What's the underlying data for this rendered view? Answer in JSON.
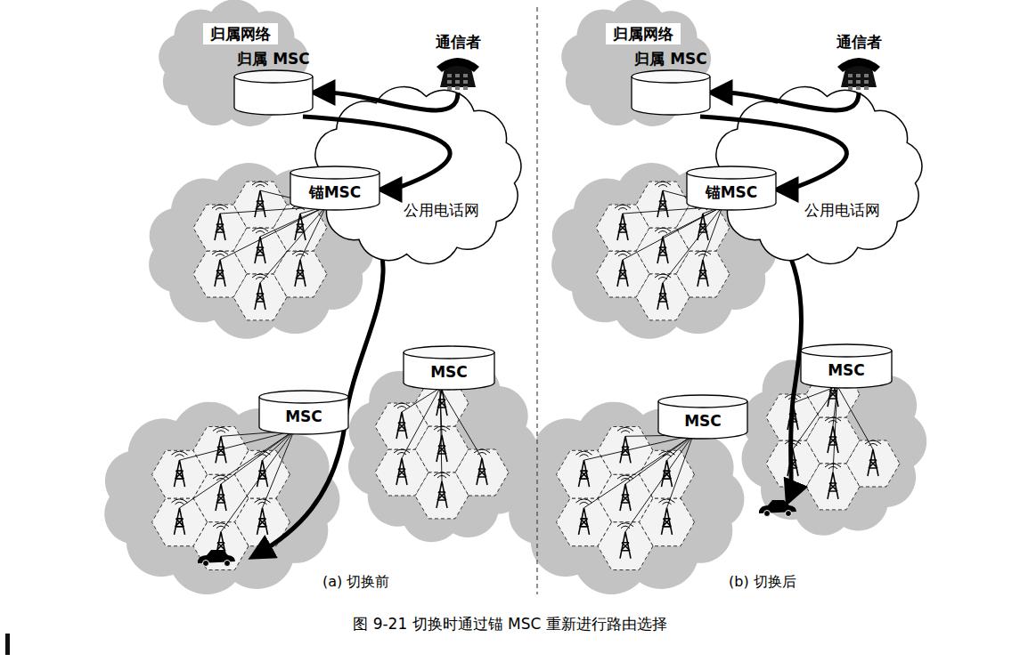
{
  "diagram": {
    "caption": "图 9-21 切换时通过锚 MSC 重新进行路由选择",
    "nodes": [
      {
        "text": [
          "归属网络"
        ]
      },
      {
        "text": [
          "归属 MSC"
        ]
      },
      {
        "text": [
          "通信者"
        ]
      },
      {
        "text": [
          "公用电话网"
        ]
      },
      {
        "text": [
          "锚MSC"
        ]
      },
      {
        "text": [
          "MSC"
        ]
      },
      {
        "text": [
          "MSC"
        ]
      },
      {
        "text": [
          "归属网络"
        ]
      },
      {
        "text": [
          "归属 MSC"
        ]
      },
      {
        "text": [
          "通信者"
        ]
      },
      {
        "text": [
          "公用电话网"
        ]
      },
      {
        "text": [
          "锚MSC"
        ]
      },
      {
        "text": [
          "MSC"
        ]
      },
      {
        "text": [
          "MSC"
        ]
      }
    ],
    "edges": [
      {
        "from": 2,
        "to": 1,
        "arrow": "to"
      },
      {
        "from": 1,
        "to": 4,
        "arrow": "to"
      },
      {
        "from": 9,
        "to": 8,
        "arrow": "to"
      },
      {
        "from": 8,
        "to": 11,
        "arrow": "to"
      }
    ],
    "labels": [
      "(a) 切换前",
      "(b) 切换后"
    ]
  }
}
